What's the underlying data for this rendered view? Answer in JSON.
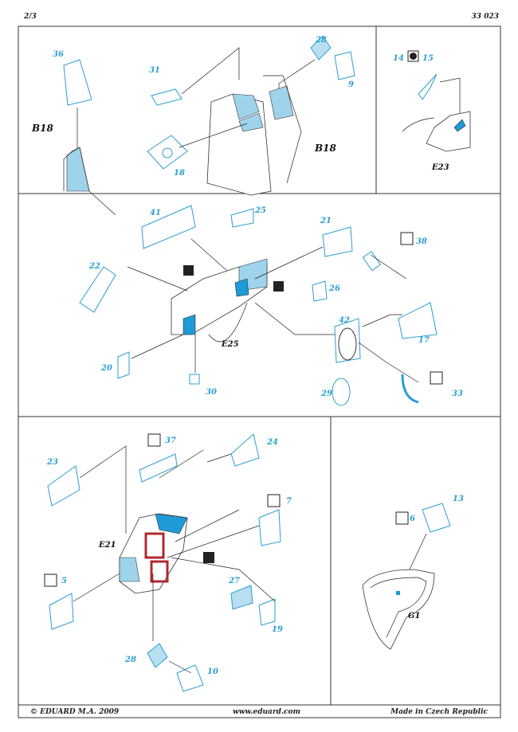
{
  "header": {
    "page": "2/3",
    "code": "33 023"
  },
  "panel1": {
    "parts": [
      "36",
      "31",
      "28",
      "9",
      "18",
      "14",
      "15"
    ],
    "assembly_a": "B18",
    "assembly_b": "B18",
    "assembly_c": "E23"
  },
  "panel2": {
    "parts": [
      "41",
      "25",
      "21",
      "38",
      "22",
      "26",
      "42",
      "17",
      "20",
      "30",
      "29",
      "33"
    ],
    "assembly": "E25"
  },
  "panel3": {
    "parts": [
      "37",
      "24",
      "23",
      "7",
      "13",
      "6",
      "5",
      "27",
      "19",
      "28",
      "10"
    ],
    "assembly_a": "E21",
    "assembly_b": "G1"
  },
  "footer": {
    "copyright": "© EDUARD  M.A. 2009",
    "website": "www.eduard.com",
    "made_in": "Made in Czech Republic"
  },
  "colors": {
    "part": "#2a9fd0",
    "fill": "#b9def0",
    "accent": "#1e9ad6",
    "red": "#b0282e"
  }
}
